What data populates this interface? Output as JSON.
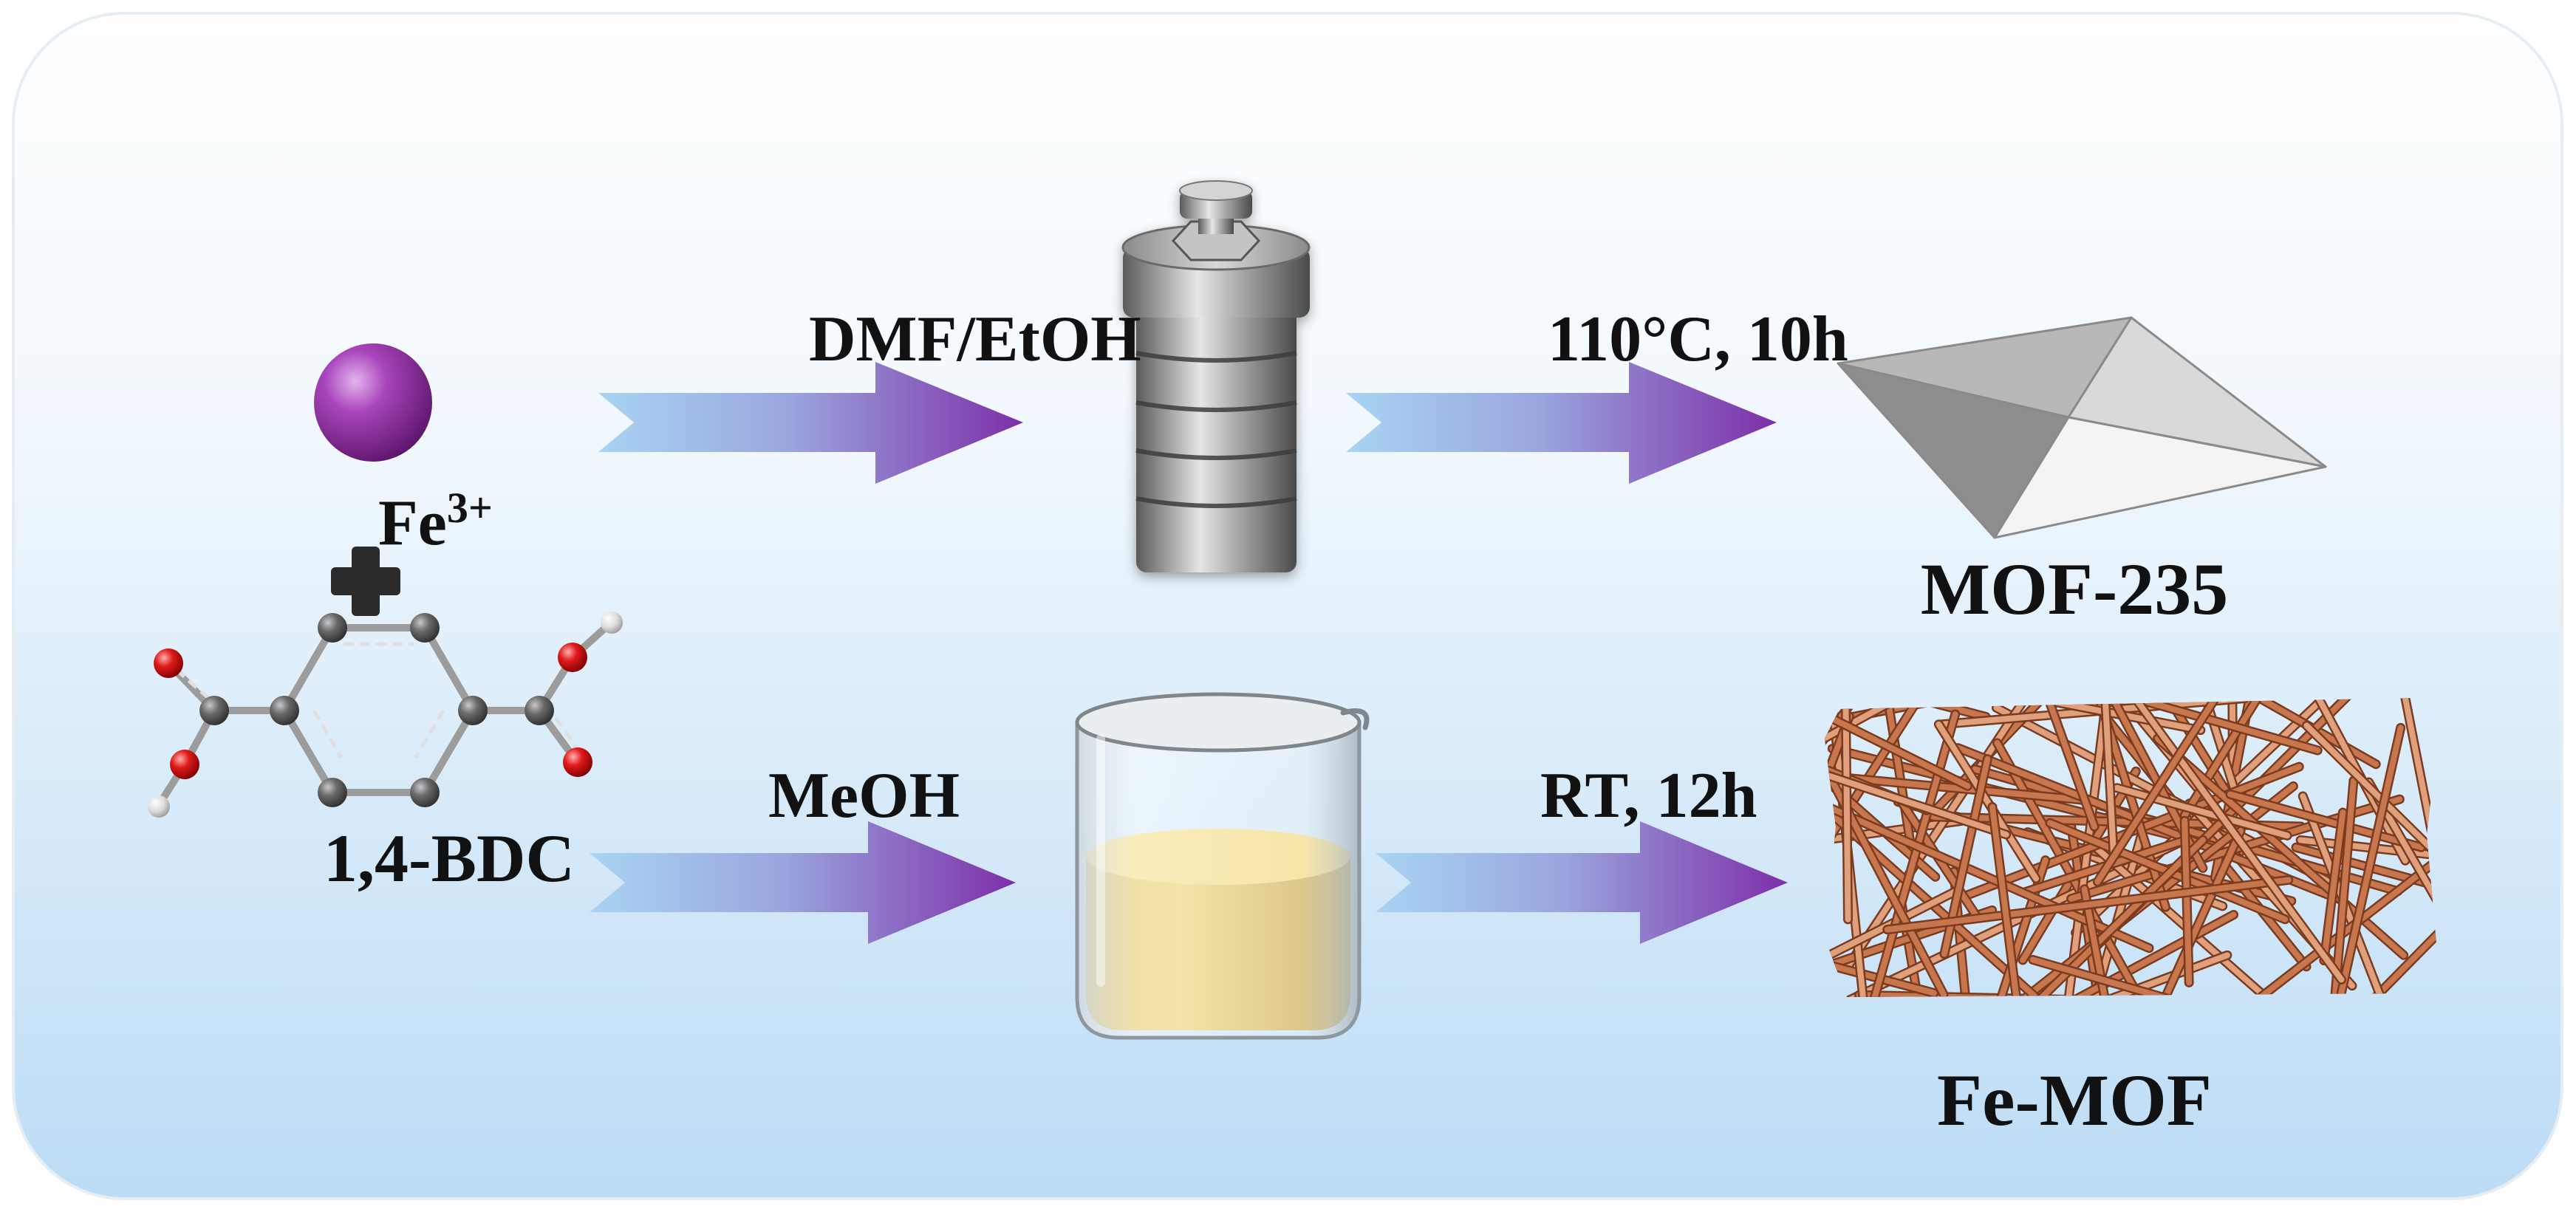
{
  "reagents": {
    "metal_ion": "Fe",
    "metal_charge": "3+",
    "linker": "1,4-BDC"
  },
  "routes": [
    {
      "solvent": "DMF/EtOH",
      "vessel_icon": "autoclave-icon",
      "condition": "110°C, 10h",
      "product": "MOF-235",
      "product_icon": "octahedron-crystal-icon"
    },
    {
      "solvent": "MeOH",
      "vessel_icon": "beaker-icon",
      "condition": "RT, 12h",
      "product": "Fe-MOF",
      "product_icon": "nanorod-network-icon"
    }
  ],
  "colors": {
    "arrow_start": "#a8d4f2",
    "arrow_end": "#7d2fa8",
    "panel_top": "#ffffff",
    "panel_bottom": "#bcdcf5",
    "fe_sphere": "#8e2f9e",
    "solution": "#f3c437",
    "rods": "#c8764e",
    "oxygen": "#e01a1a",
    "carbon": "#555555",
    "hydrogen": "#dddddd"
  }
}
